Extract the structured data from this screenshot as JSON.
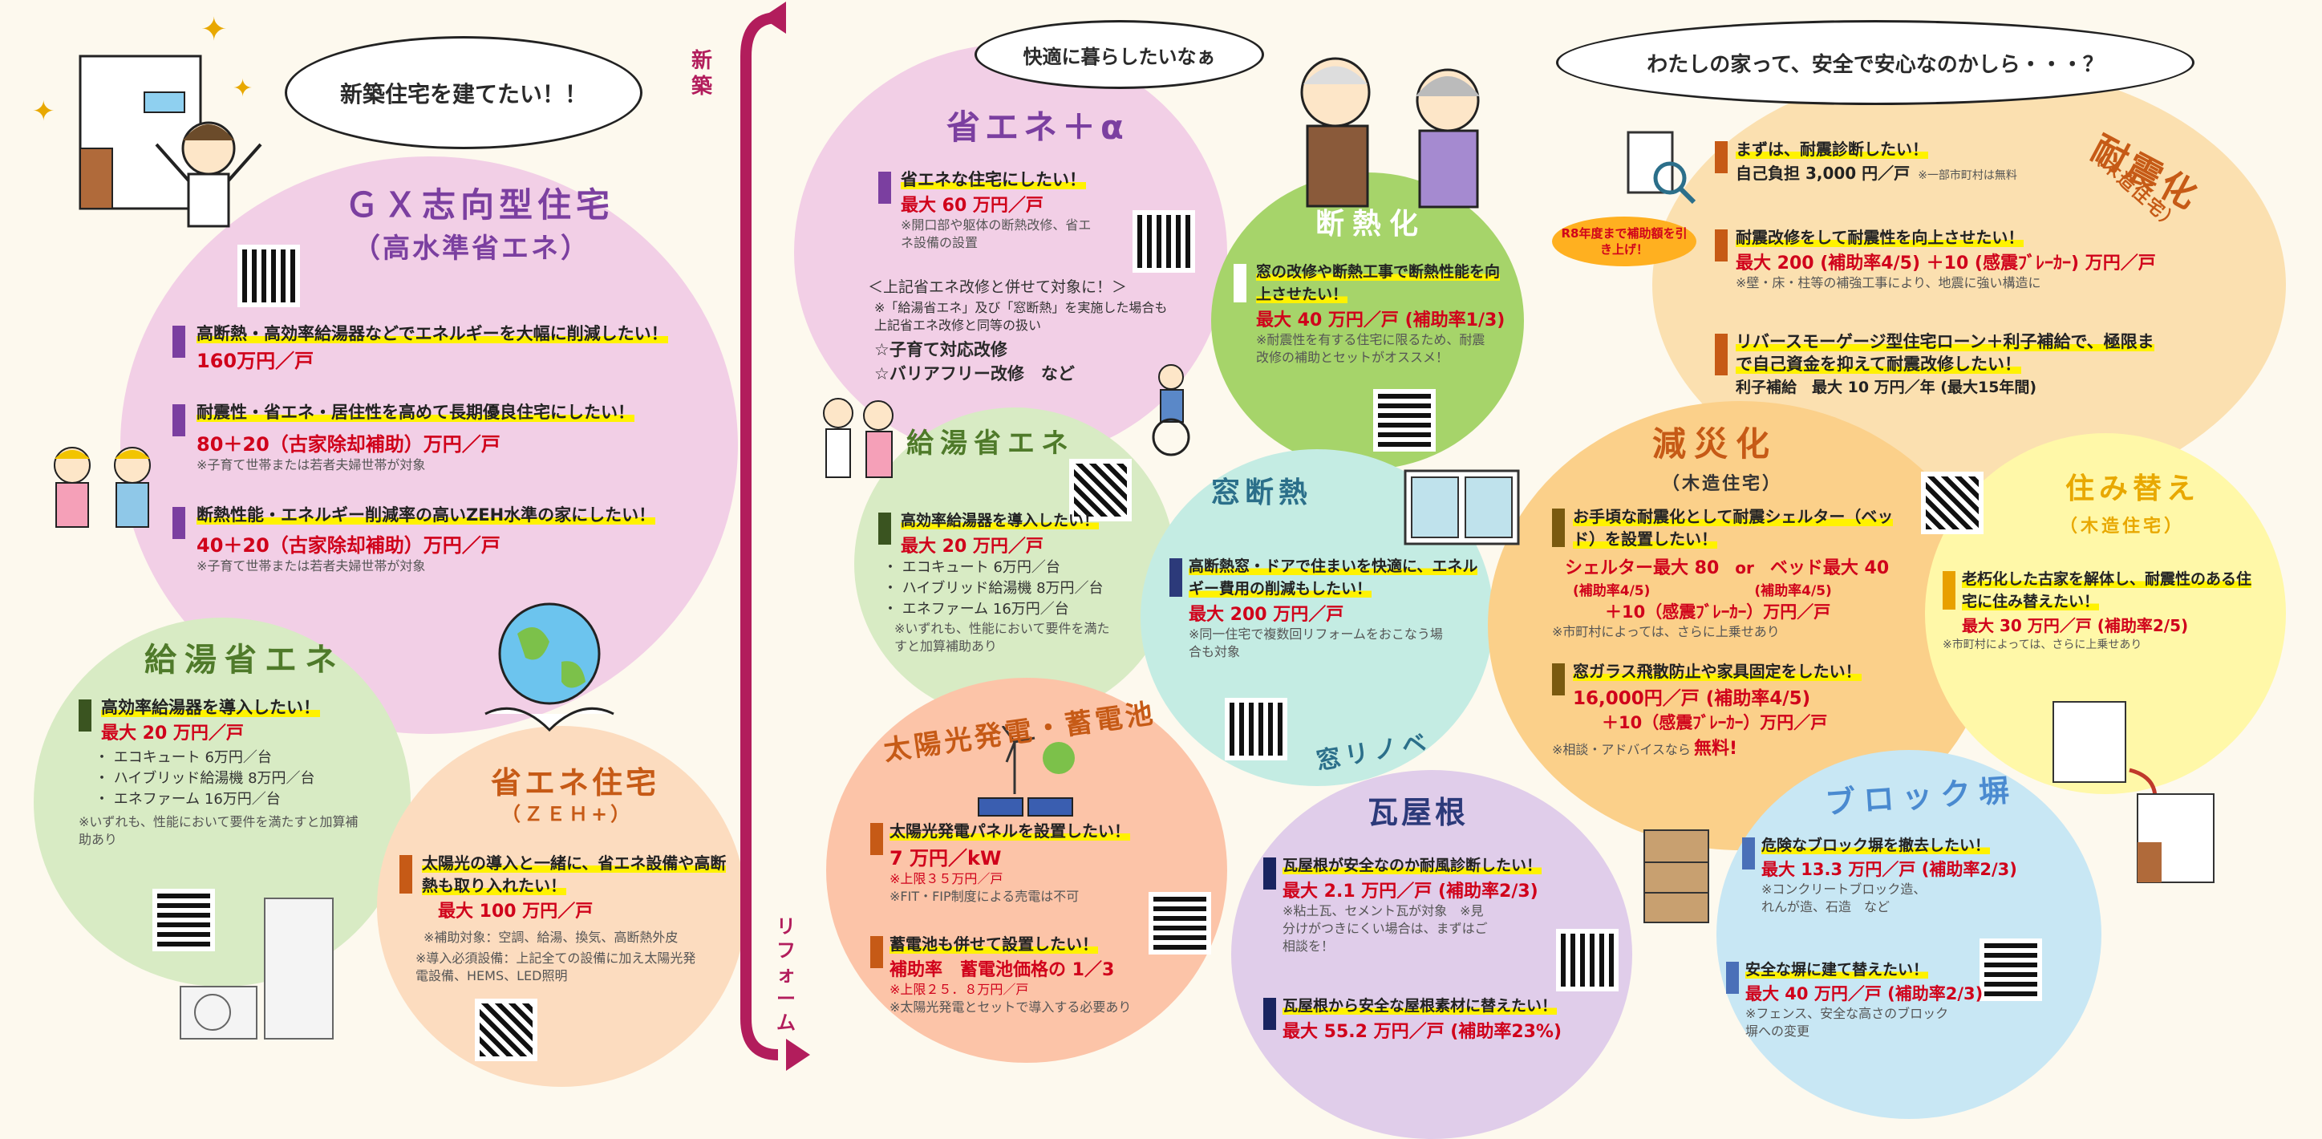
{
  "divider": {
    "new_label": "新築",
    "reform_label": "リフォーム"
  },
  "bubbles": {
    "new_house": "新築住宅を建てたい！！",
    "comfort": "快適に暮らしたいなぁ",
    "safety": "わたしの家って、安全で安心なのかしら・・・？"
  },
  "gx": {
    "title": "ＧＸ志向型住宅",
    "subtitle": "（高水準省エネ）",
    "item1_text": "高断熱・高効率給湯器などでエネルギーを大幅に削減したい！",
    "item1_amt": "160万円／戸",
    "item2_text": "耐震性・省エネ・居住性を高めて長期優良住宅にしたい！",
    "item2_amt": "80＋20（古家除却補助）万円／戸",
    "item2_note": "※子育て世帯または若者夫婦世帯が対象",
    "item3_text": "断熱性能・エネルギー削減率の高いZEH水準の家にしたい！",
    "item3_amt": "40＋20（古家除却補助）万円／戸",
    "item3_note": "※子育て世帯または若者夫婦世帯が対象"
  },
  "kyuto_new": {
    "title": "給湯省エネ",
    "item_text": "高効率給湯器を導入したい！",
    "amt": "最大 20 万円／戸",
    "list": [
      "・ エコキュート 6万円／台",
      "・ ハイブリッド給湯機 8万円／台",
      "・ エネファーム 16万円／台"
    ],
    "note": "※いずれも、性能において要件を満たすと加算補助あり"
  },
  "zeh": {
    "title": "省エネ住宅",
    "subtitle": "（ＺＥＨ+）",
    "item_text": "太陽光の導入と一緒に、省エネ設備や高断熱も取り入れたい！",
    "amt": "最大 100 万円／戸",
    "note1": "※補助対象：空調、給湯、換気、高断熱外皮",
    "note2": "※導入必須設備：上記全ての設備に加え太陽光発電設備、HEMS、LED照明"
  },
  "shoene_alpha": {
    "title": "省エネ＋α",
    "item_text": "省エネな住宅にしたい！",
    "amt": "最大 60 万円／戸",
    "note": "※開口部や躯体の断熱改修、省エネ設備の設置",
    "combo_title": "＜上記省エネ改修と併せて対象に！＞",
    "combo_note": "※「給湯省エネ」及び「窓断熱」を実施した場合も上記省エネ改修と同等の扱い",
    "extra1": "☆子育て対応改修",
    "extra2": "☆バリアフリー改修　など"
  },
  "danetsu": {
    "title": "断熱化",
    "item_text": "窓の改修や断熱工事で断熱性能を向上させたい！",
    "amt": "最大 40 万円／戸 (補助率1/3)",
    "note": "※耐震性を有する住宅に限るため、耐震改修の補助とセットがオススメ！"
  },
  "kyuto_reform": {
    "title": "給湯省エネ",
    "item_text": "高効率給湯器を導入したい！",
    "amt": "最大 20 万円／戸",
    "list": [
      "・ エコキュート 6万円／台",
      "・ ハイブリッド給湯機 8万円／台",
      "・ エネファーム 16万円／台"
    ],
    "note": "※いずれも、性能において要件を満たすと加算補助あり"
  },
  "mado": {
    "title": "窓断熱",
    "item_text": "高断熱窓・ドアで住まいを快適に、エネルギー費用の削減もしたい！",
    "amt": "最大 200 万円／戸",
    "note": "※同一住宅で複数回リフォームをおこなう場合も対象",
    "sub_label": "窓リノベ"
  },
  "solar": {
    "title": "太陽光発電・蓄電池",
    "item1_text": "太陽光発電パネルを設置したい！",
    "item1_amt": "7 万円／kW",
    "item1_note1": "※上限３５万円／戸",
    "item1_note2": "※FIT・FIP制度による売電は不可",
    "item2_text": "蓄電池も併せて設置したい！",
    "item2_amt": "補助率　蓄電池価格の 1／3",
    "item2_note1": "※上限２５．８万円／戸",
    "item2_note2": "※太陽光発電とセットで導入する必要あり"
  },
  "taishin": {
    "title": "耐震化",
    "subtitle": "（木造住宅）",
    "badge": "R8年度まで補助額を引き上げ！",
    "item1_text": "まずは、耐震診断したい！",
    "item1_amt": "自己負担 3,000 円／戸",
    "item1_note": "※一部市町村は無料",
    "item2_text": "耐震改修をして耐震性を向上させたい！",
    "item2_amt": "最大 200 (補助率4/5) ＋10 (感震ﾌﾞﾚｰｶｰ) 万円／戸",
    "item2_note": "※壁・床・柱等の補強工事により、地震に強い構造に",
    "item3_text": "リバースモーゲージ型住宅ローン＋利子補給で、極限まで自己資金を抑えて耐震改修したい！",
    "item3_amt": "利子補給　最大 10 万円／年 (最大15年間)"
  },
  "gensai": {
    "title": "減災化",
    "subtitle": "（木造住宅）",
    "item1_text": "お手頃な耐震化として耐震シェルター（ベッド）を設置したい！",
    "item1_amt1": "シェルター最大 80",
    "item1_or": "or",
    "item1_amt2": "ベッド最大 40",
    "item1_rate": "(補助率4/5)",
    "item1_plus": "＋10（感震ﾌﾞﾚｰｶｰ）万円／戸",
    "item1_note": "※市町村によっては、さらに上乗せあり",
    "item2_text": "窓ガラス飛散防止や家具固定をしたい！",
    "item2_amt": "16,000円／戸 (補助率4/5)",
    "item2_plus": "＋10（感震ﾌﾞﾚｰｶｰ）万円／戸",
    "item2_note": "※相談・アドバイスなら",
    "item2_free": "無料!"
  },
  "sumikae": {
    "title": "住み替え",
    "subtitle": "（木造住宅）",
    "item_text": "老朽化した古家を解体し、耐震性のある住宅に住み替えたい！",
    "amt": "最大 30 万円／戸 (補助率2/5)",
    "note": "※市町村によっては、さらに上乗せあり"
  },
  "kawara": {
    "title": "瓦屋根",
    "item1_text": "瓦屋根が安全なのか耐風診断したい！",
    "item1_amt": "最大 2.1 万円／戸 (補助率2/3)",
    "item1_note": "※粘土瓦、セメント瓦が対象　※見分けがつきにくい場合は、まずはご相談を！",
    "item2_text": "瓦屋根から安全な屋根素材に替えたい！",
    "item2_amt": "最大 55.2 万円／戸 (補助率23%)"
  },
  "block": {
    "title": "ブロック塀",
    "item1_text": "危険なブロック塀を撤去したい！",
    "item1_amt": "最大 13.3 万円／戸 (補助率2/3)",
    "item1_note": "※コンクリートブロック造、れんが造、石造　など",
    "item2_text": "安全な塀に建て替えたい！",
    "item2_amt": "最大 40 万円／戸 (補助率2/3)",
    "item2_note": "※フェンス、安全な高さのブロック塀への変更"
  },
  "colors": {
    "purple": "#7b3fa0",
    "green": "#4f7a2a",
    "orange": "#c65a16",
    "teal": "#2b6f8a",
    "navy": "#2c3a7a",
    "red": "#d0021b",
    "yellow": "#fff200"
  }
}
